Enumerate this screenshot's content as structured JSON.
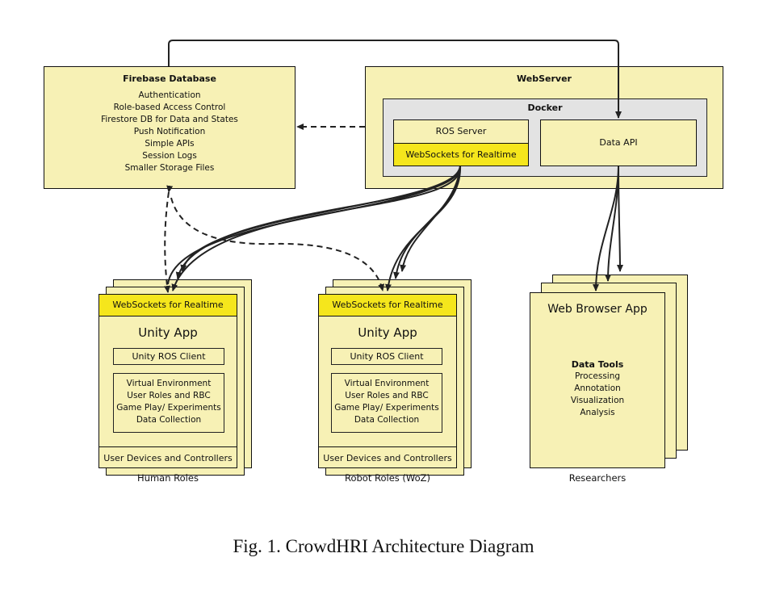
{
  "firebase": {
    "title": "Firebase Database",
    "lines": [
      "Authentication",
      "Role-based Access Control",
      "Firestore DB for Data and States",
      "Push Notification",
      "Simple APIs",
      "Session Logs",
      "Smaller Storage Files"
    ]
  },
  "webserver": {
    "title": "WebServer",
    "docker": {
      "title": "Docker",
      "ros_server": "ROS Server",
      "websockets": "WebSockets for Realtime",
      "data_api": "Data API"
    }
  },
  "human_stack": {
    "websockets": "WebSockets for Realtime",
    "title": "Unity App",
    "ros_client": "Unity ROS Client",
    "features": [
      "Virtual Environment",
      "User Roles and RBC",
      "Game Play/ Experiments",
      "Data Collection"
    ],
    "footer": "User Devices and Controllers",
    "label": "Human Roles"
  },
  "robot_stack": {
    "websockets": "WebSockets for Realtime",
    "title": "Unity App",
    "ros_client": "Unity ROS Client",
    "features": [
      "Virtual Environment",
      "User Roles and RBC",
      "Game Play/ Experiments",
      "Data Collection"
    ],
    "footer": "User Devices and Controllers",
    "label": "Robot Roles (WoZ)"
  },
  "browser_stack": {
    "title": "Web Browser App",
    "tools_title": "Data Tools",
    "tools": [
      "Processing",
      "Annotation",
      "Visualization",
      "Analysis"
    ],
    "label": "Researchers"
  },
  "caption": "Fig. 1.  CrowdHRI Architecture Diagram"
}
